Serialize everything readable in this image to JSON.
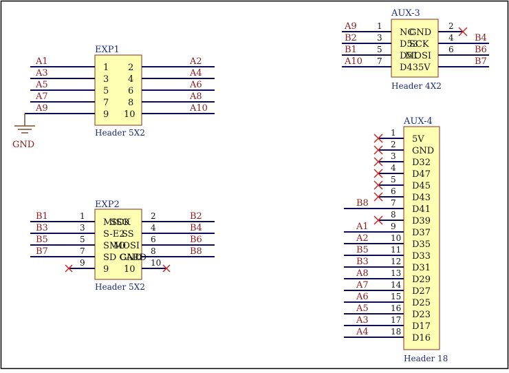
{
  "colors": {
    "border": "#000000",
    "body_fill": "#ffffb4",
    "body_stroke": "#8b2b1f",
    "wire": "#0a0a5a",
    "net_label": "#8b1a1a",
    "designator": "#1b2d7a",
    "pin_text": "#111111",
    "noconnect": "#cc2222",
    "gnd_symbol": "#7a4a2a"
  },
  "components": {
    "exp1": {
      "designator": "EXP1",
      "value": "Header 5X2",
      "left_pins": [
        {
          "num": "1",
          "net": "A1"
        },
        {
          "num": "3",
          "net": "A3"
        },
        {
          "num": "5",
          "net": "A5"
        },
        {
          "num": "7",
          "net": "A7"
        },
        {
          "num": "9",
          "net": "A9"
        }
      ],
      "right_pins": [
        {
          "num": "2",
          "net": "A2"
        },
        {
          "num": "4",
          "net": "A4"
        },
        {
          "num": "6",
          "net": "A6"
        },
        {
          "num": "8",
          "net": "A8"
        },
        {
          "num": "10",
          "net": "A10"
        }
      ],
      "gnd_label": "GND"
    },
    "exp2": {
      "designator": "EXP2",
      "value": "Header 5X2",
      "left_pins": [
        {
          "num": "1",
          "net": "B1"
        },
        {
          "num": "3",
          "net": "B3"
        },
        {
          "num": "5",
          "net": "B5"
        },
        {
          "num": "7",
          "net": "B7"
        },
        {
          "num": "9",
          "net": ""
        }
      ],
      "right_pins": [
        {
          "num": "2",
          "net": "B2"
        },
        {
          "num": "4",
          "net": "B4"
        },
        {
          "num": "6",
          "net": "B6"
        },
        {
          "num": "8",
          "net": "B8"
        },
        {
          "num": "10",
          "net": ""
        }
      ],
      "inner_text": [
        [
          "MISO",
          "SCK"
        ],
        [
          "S-E2",
          "SS"
        ],
        [
          "SMO",
          "MOSI"
        ],
        [
          "SD CARD",
          "GND"
        ]
      ],
      "row5": [
        "9",
        "10"
      ]
    },
    "aux3": {
      "designator": "AUX-3",
      "value": "Header 4X2",
      "left_pins": [
        {
          "num": "1",
          "net": "A9"
        },
        {
          "num": "3",
          "net": "B2"
        },
        {
          "num": "5",
          "net": "B1"
        },
        {
          "num": "7",
          "net": "A10"
        }
      ],
      "right_pins": [
        {
          "num": "2",
          "net": ""
        },
        {
          "num": "4",
          "net": "B4"
        },
        {
          "num": "6",
          "net": "B6"
        },
        {
          "num": "",
          "net": "B7"
        }
      ],
      "inner_text": [
        [
          "NC",
          "GND"
        ],
        [
          "D53",
          "SCK"
        ],
        [
          "D51",
          "MOSI"
        ],
        [
          "D43",
          "5V"
        ]
      ]
    },
    "aux4": {
      "designator": "AUX-4",
      "value": "Header 18",
      "pins": [
        {
          "num": "1",
          "net": "",
          "label": "5V"
        },
        {
          "num": "2",
          "net": "",
          "label": "GND"
        },
        {
          "num": "3",
          "net": "",
          "label": "D32"
        },
        {
          "num": "4",
          "net": "",
          "label": "D47"
        },
        {
          "num": "5",
          "net": "",
          "label": "D45"
        },
        {
          "num": "6",
          "net": "",
          "label": "D43"
        },
        {
          "num": "7",
          "net": "B8",
          "label": "D41"
        },
        {
          "num": "8",
          "net": "",
          "label": "D39"
        },
        {
          "num": "9",
          "net": "A1",
          "label": "D37"
        },
        {
          "num": "10",
          "net": "A2",
          "label": "D35"
        },
        {
          "num": "11",
          "net": "B5",
          "label": "D33"
        },
        {
          "num": "12",
          "net": "B3",
          "label": "D31"
        },
        {
          "num": "13",
          "net": "A8",
          "label": "D29"
        },
        {
          "num": "14",
          "net": "A7",
          "label": "D27"
        },
        {
          "num": "15",
          "net": "A6",
          "label": "D25"
        },
        {
          "num": "16",
          "net": "A5",
          "label": "D23"
        },
        {
          "num": "17",
          "net": "A3",
          "label": "D17"
        },
        {
          "num": "18",
          "net": "A4",
          "label": "D16"
        }
      ]
    }
  }
}
